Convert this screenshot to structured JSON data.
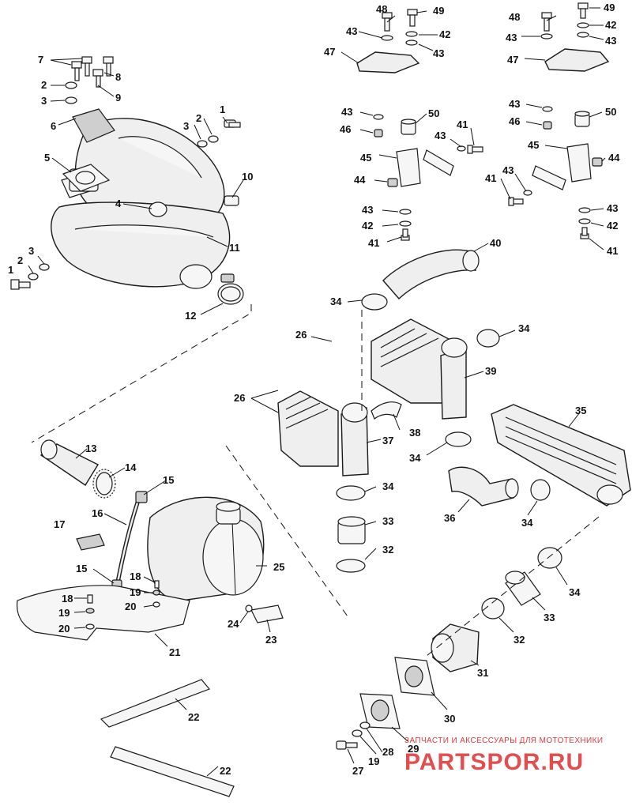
{
  "diagram": {
    "callouts": [
      "1",
      "2",
      "3",
      "4",
      "5",
      "6",
      "7",
      "8",
      "9",
      "10",
      "11",
      "12",
      "13",
      "14",
      "15",
      "16",
      "17",
      "18",
      "19",
      "20",
      "21",
      "22",
      "23",
      "24",
      "25",
      "26",
      "27",
      "28",
      "29",
      "30",
      "31",
      "32",
      "33",
      "34",
      "35",
      "36",
      "37",
      "38",
      "39",
      "40",
      "41",
      "42",
      "43",
      "44",
      "45",
      "46",
      "47",
      "48",
      "49",
      "50"
    ]
  },
  "watermark": {
    "tagline": "ЗАПЧАСТИ И АКСЕССУАРЫ ДЛЯ МОТОТЕХНИКИ",
    "brand": "PARTSPOR.RU"
  }
}
